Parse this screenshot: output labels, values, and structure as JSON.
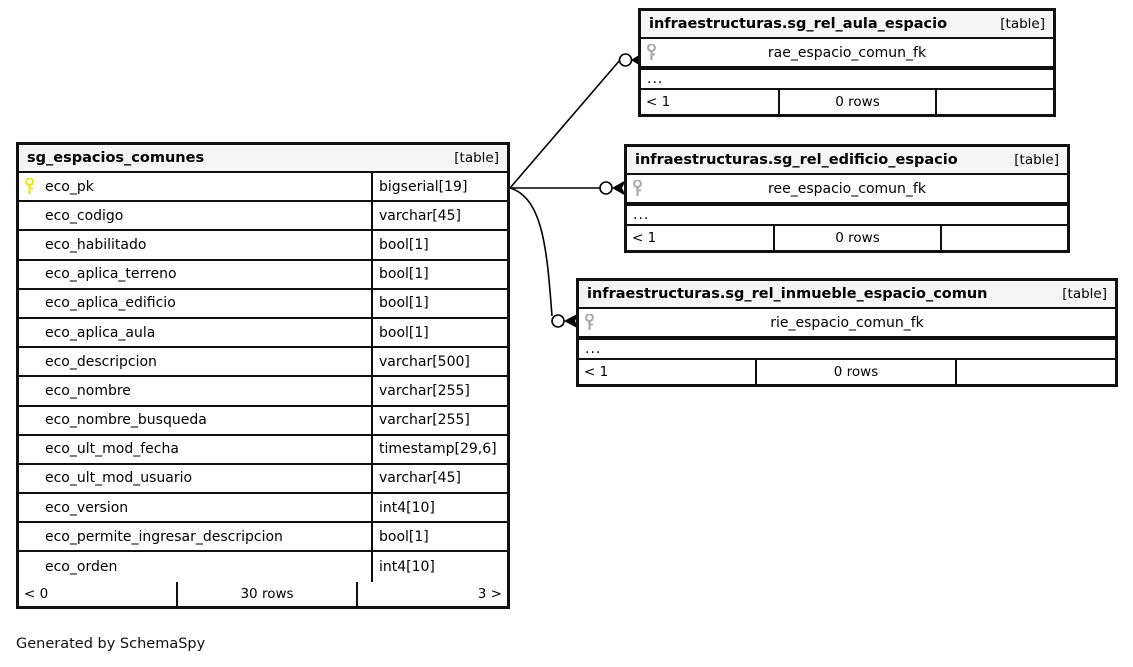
{
  "diagram": {
    "caption": "Generated by SchemaSpy",
    "table_tag": "[table]",
    "ellipsis": "...",
    "pk_icon": "key-icon-primary",
    "fk_icon": "key-icon-foreign",
    "colors": {
      "pk_key": "#e8e80f",
      "fk_key": "#a9a9a9",
      "border": "#111111",
      "header_bg": "#f5f5f5",
      "page_bg": "#ffffff"
    }
  },
  "main_table": {
    "name": "sg_espacios_comunes",
    "tag": "[table]",
    "columns": [
      {
        "key": "pk",
        "name": "eco_pk",
        "type": "bigserial[19]"
      },
      {
        "key": "",
        "name": "eco_codigo",
        "type": "varchar[45]"
      },
      {
        "key": "",
        "name": "eco_habilitado",
        "type": "bool[1]"
      },
      {
        "key": "",
        "name": "eco_aplica_terreno",
        "type": "bool[1]"
      },
      {
        "key": "",
        "name": "eco_aplica_edificio",
        "type": "bool[1]"
      },
      {
        "key": "",
        "name": "eco_aplica_aula",
        "type": "bool[1]"
      },
      {
        "key": "",
        "name": "eco_descripcion",
        "type": "varchar[500]"
      },
      {
        "key": "",
        "name": "eco_nombre",
        "type": "varchar[255]"
      },
      {
        "key": "",
        "name": "eco_nombre_busqueda",
        "type": "varchar[255]"
      },
      {
        "key": "",
        "name": "eco_ult_mod_fecha",
        "type": "timestamp[29,6]"
      },
      {
        "key": "",
        "name": "eco_ult_mod_usuario",
        "type": "varchar[45]"
      },
      {
        "key": "",
        "name": "eco_version",
        "type": "int4[10]"
      },
      {
        "key": "",
        "name": "eco_permite_ingresar_descripcion",
        "type": "bool[1]"
      },
      {
        "key": "",
        "name": "eco_orden",
        "type": "int4[10]"
      }
    ],
    "footer": {
      "parents": "< 0",
      "rows": "30 rows",
      "children": "3 >"
    }
  },
  "related_tables": [
    {
      "name": "infraestructuras.sg_rel_aula_espacio",
      "tag": "[table]",
      "column": "rae_espacio_comun_fk",
      "ellipsis": "...",
      "footer": {
        "parents": "< 1",
        "rows": "0 rows",
        "children": ""
      }
    },
    {
      "name": "infraestructuras.sg_rel_edificio_espacio",
      "tag": "[table]",
      "column": "ree_espacio_comun_fk",
      "ellipsis": "...",
      "footer": {
        "parents": "< 1",
        "rows": "0 rows",
        "children": ""
      }
    },
    {
      "name": "infraestructuras.sg_rel_inmueble_espacio_comun",
      "tag": "[table]",
      "column": "rie_espacio_comun_fk",
      "ellipsis": "...",
      "footer": {
        "parents": "< 1",
        "rows": "0 rows",
        "children": ""
      }
    }
  ],
  "relationships": [
    {
      "from": "sg_espacios_comunes.eco_pk",
      "to": "infraestructuras.sg_rel_aula_espacio.rae_espacio_comun_fk"
    },
    {
      "from": "sg_espacios_comunes.eco_pk",
      "to": "infraestructuras.sg_rel_edificio_espacio.ree_espacio_comun_fk"
    },
    {
      "from": "sg_espacios_comunes.eco_pk",
      "to": "infraestructuras.sg_rel_inmueble_espacio_comun.rie_espacio_comun_fk"
    }
  ]
}
